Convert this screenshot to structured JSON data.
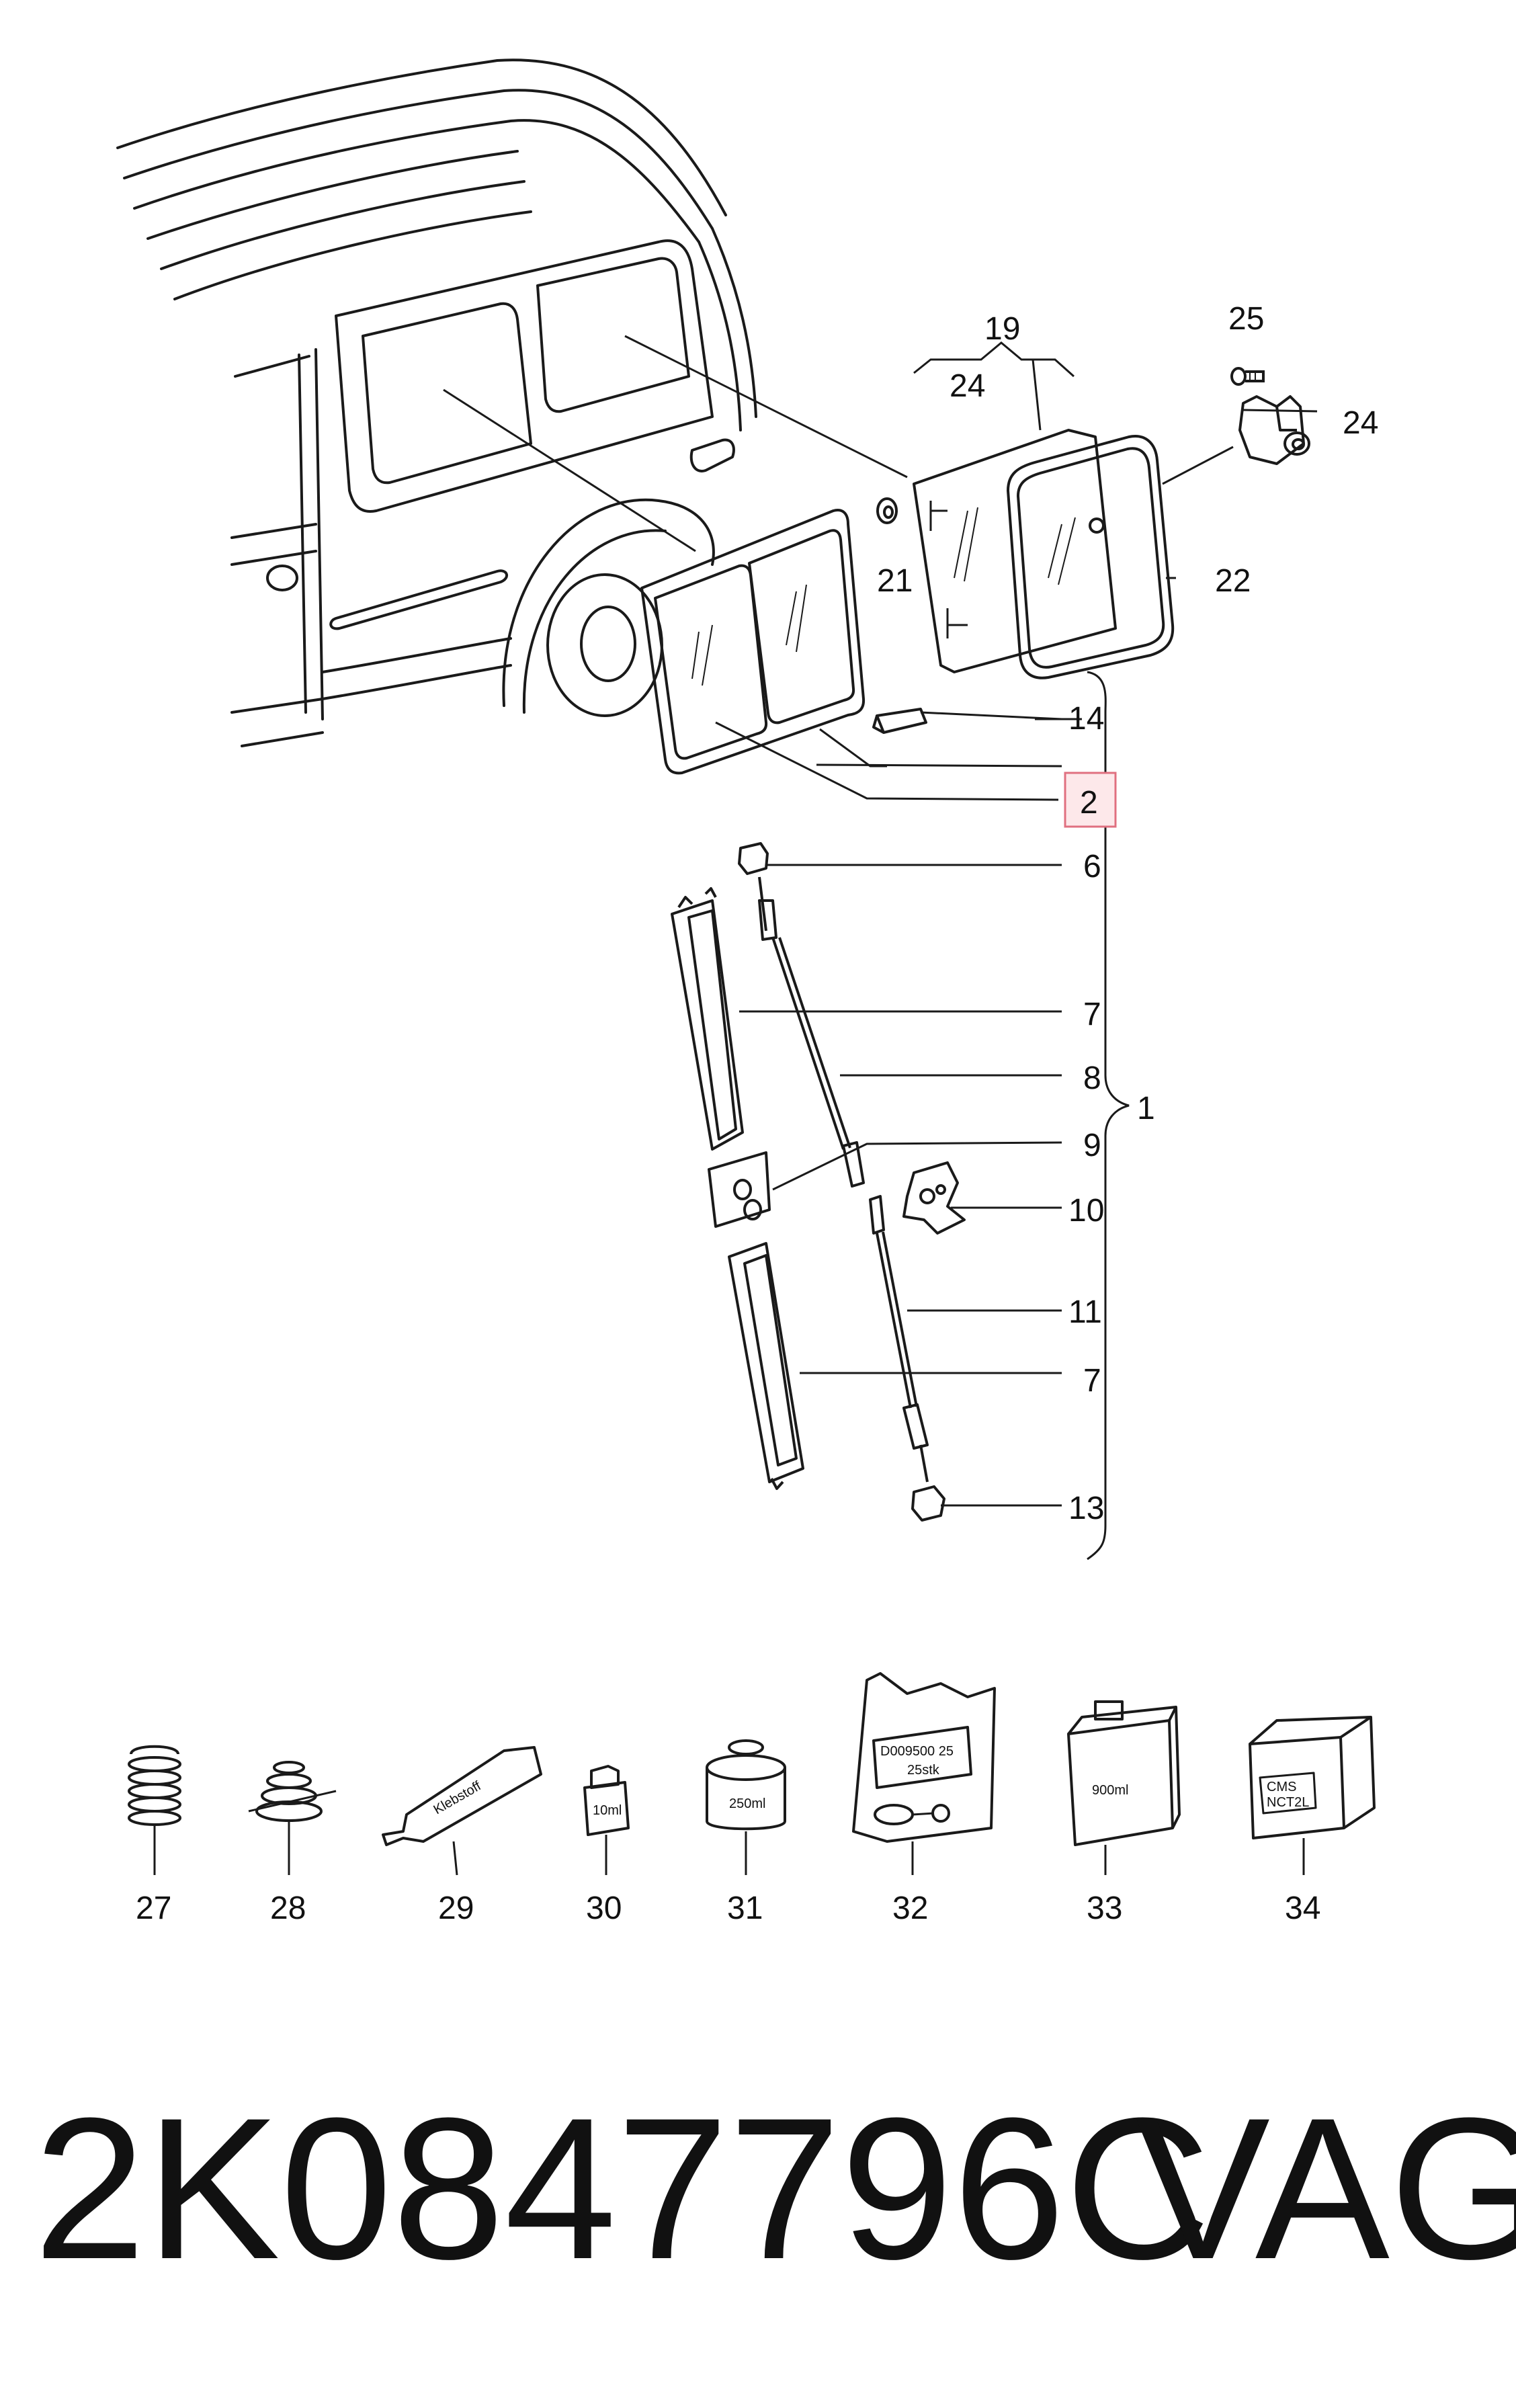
{
  "callouts": {
    "c19": "19",
    "c24_group": "24",
    "c25": "25",
    "c24_bracket": "24",
    "c21": "21",
    "c22": "22",
    "c14": "14",
    "c2": "2",
    "c6": "6",
    "c7_top": "7",
    "c8": "8",
    "c1": "1",
    "c9": "9",
    "c10": "10",
    "c11": "11",
    "c7_bottom": "7",
    "c13": "13",
    "c27": "27",
    "c28": "28",
    "c29": "29",
    "c30": "30",
    "c31": "31",
    "c32": "32",
    "c33": "33",
    "c34": "34"
  },
  "item_labels": {
    "tube": "Klebstoff",
    "bottle_small": "10ml",
    "can": "250ml",
    "bag_line1": "D009500 25",
    "bag_line2": "25stk",
    "box_900": "900ml",
    "box_logo_top": "CMS",
    "box_logo_bottom": "NCT2L"
  },
  "footer": {
    "part_number": "2K0847796C",
    "brand": "VAG"
  },
  "colors": {
    "highlight_fill": "#fde8ea",
    "highlight_stroke": "#e07080",
    "line": "#1a1a1a"
  }
}
